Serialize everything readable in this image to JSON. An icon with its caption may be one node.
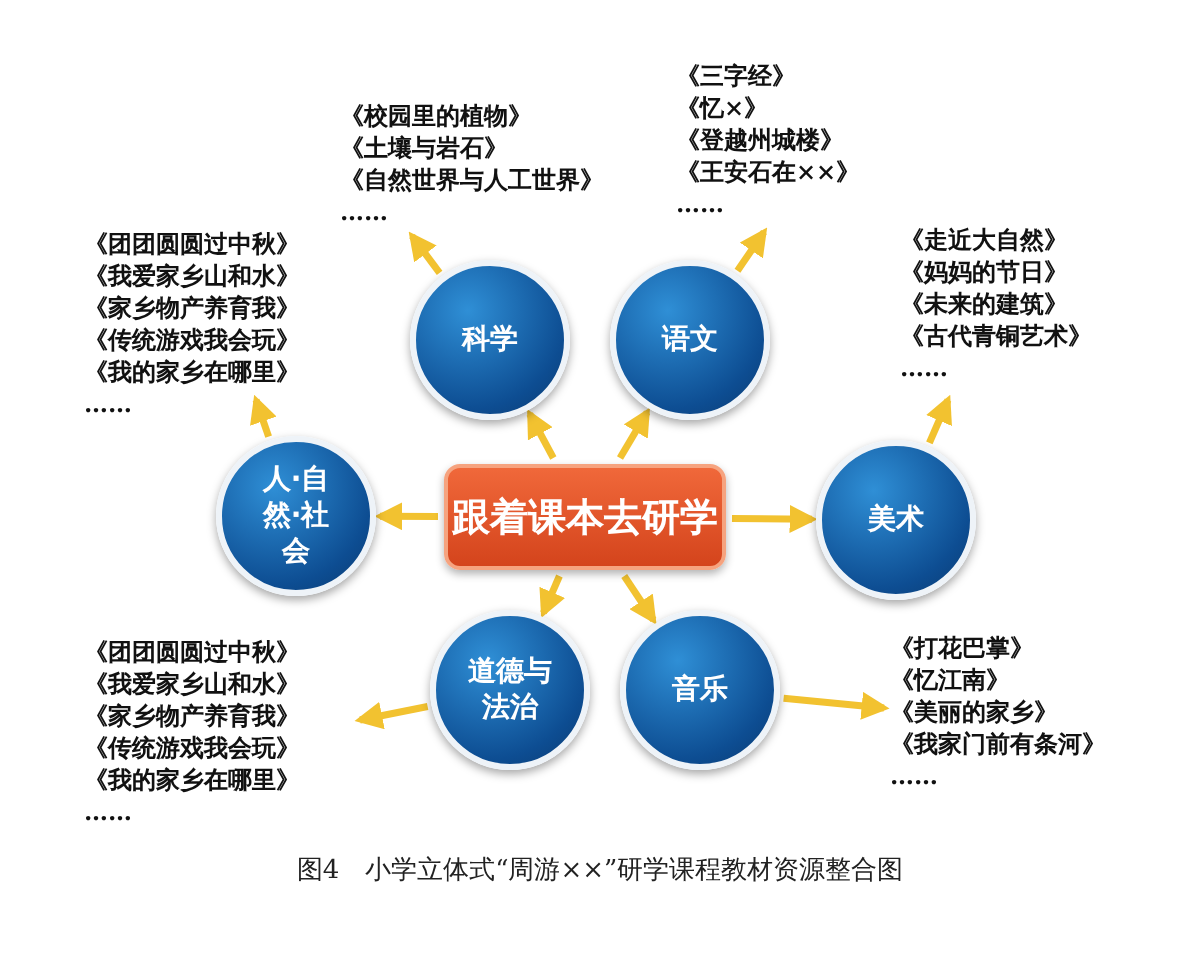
{
  "diagram": {
    "caption": "图4　小学立体式“周游××”研学课程教材资源整合图",
    "nodes": [
      {
        "text": [
          "跟着课本去研学"
        ]
      },
      {
        "text": [
          "科学"
        ]
      },
      {
        "text": [
          "语文"
        ]
      },
      {
        "text": [
          "人·自然·社会"
        ]
      },
      {
        "text": [
          "美术"
        ]
      },
      {
        "text": [
          "道德与法治"
        ]
      },
      {
        "text": [
          "音乐"
        ]
      },
      {
        "text": [
          "《校园里的植物》",
          "《土壤与岩石》",
          "《自然世界与人工世界》",
          "……"
        ]
      },
      {
        "text": [
          "《三字经》",
          "《忆×》",
          "《登越州城楼》",
          "《王安石在××》",
          "……"
        ]
      },
      {
        "text": [
          "《团团圆圆过中秋》",
          "《我爱家乡山和水》",
          "《家乡物产养育我》",
          "《传统游戏我会玩》",
          "《我的家乡在哪里》",
          "……"
        ]
      },
      {
        "text": [
          "《走近大自然》",
          "《妈妈的节日》",
          "《未来的建筑》",
          "《古代青铜艺术》",
          "……"
        ]
      },
      {
        "text": [
          "《团团圆圆过中秋》",
          "《我爱家乡山和水》",
          "《家乡物产养育我》",
          "《传统游戏我会玩》",
          "《我的家乡在哪里》",
          "……"
        ]
      },
      {
        "text": [
          "《打花巴掌》",
          "《忆江南》",
          "《美丽的家乡》",
          "《我家门前有条河》",
          "……"
        ]
      }
    ],
    "edges": [
      {
        "from": 0,
        "to": 1,
        "arrow": "to"
      },
      {
        "from": 0,
        "to": 2,
        "arrow": "to"
      },
      {
        "from": 0,
        "to": 3,
        "arrow": "to"
      },
      {
        "from": 0,
        "to": 4,
        "arrow": "to"
      },
      {
        "from": 0,
        "to": 5,
        "arrow": "to"
      },
      {
        "from": 0,
        "to": 6,
        "arrow": "to"
      },
      {
        "from": 1,
        "to": 7,
        "arrow": "to"
      },
      {
        "from": 2,
        "to": 8,
        "arrow": "to"
      },
      {
        "from": 3,
        "to": 9,
        "arrow": "to"
      },
      {
        "from": 4,
        "to": 10,
        "arrow": "to"
      },
      {
        "from": 5,
        "to": 11,
        "arrow": "to"
      },
      {
        "from": 6,
        "to": 12,
        "arrow": "to"
      }
    ]
  }
}
